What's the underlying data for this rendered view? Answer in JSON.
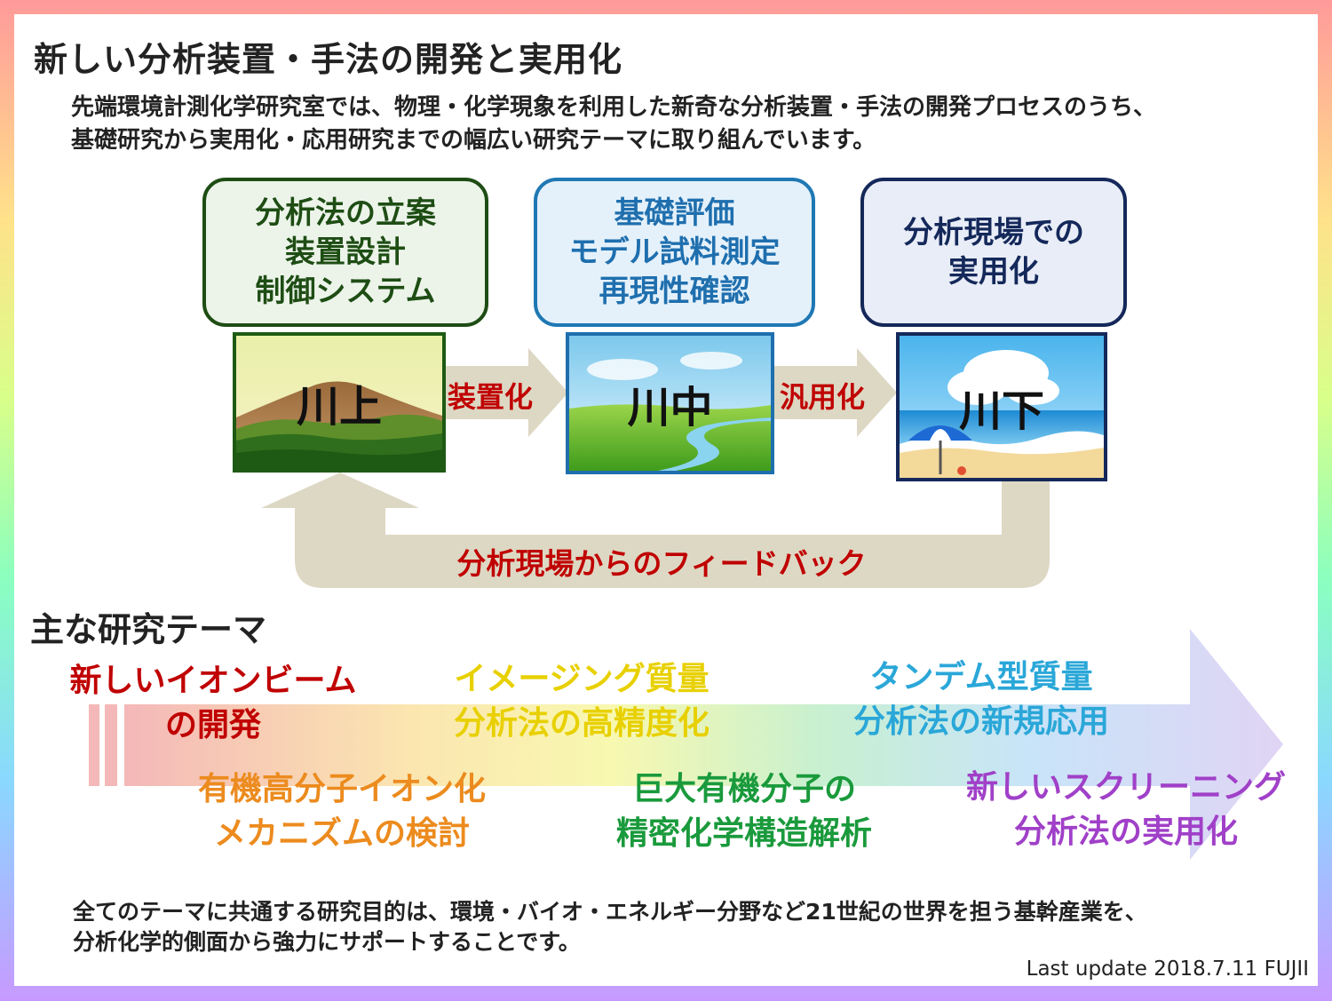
{
  "title": "新しい分析装置・手法の開発と実用化",
  "intro": {
    "line1": "先端環境計測化学研究室では、物理・化学現象を利用した新奇な分析装置・手法の開発プロセスのうち、",
    "line2": "基礎研究から実用化・応用研究までの幅広い研究テーマに取り組んでいます。"
  },
  "stages": [
    {
      "lines": [
        "分析法の立案",
        "装置設計",
        "制御システム"
      ],
      "scene_label": "川上",
      "border_color": "#1e4d14",
      "fill_color": "#ecf4ea",
      "text_color": "#1e4d14"
    },
    {
      "lines": [
        "基礎評価",
        "モデル試料測定",
        "再現性確認"
      ],
      "scene_label": "川中",
      "border_color": "#1f78b4",
      "fill_color": "#e4f1fb",
      "text_color": "#1f6fae"
    },
    {
      "lines": [
        "分析現場での",
        "実用化"
      ],
      "scene_label": "川下",
      "border_color": "#14285a",
      "fill_color": "#e9edf7",
      "text_color": "#14285a"
    }
  ],
  "arrows": {
    "first": "装置化",
    "second": "汎用化",
    "feedback": "分析現場からのフィードバック",
    "color": "#ddd8c4",
    "label_color": "#c00000"
  },
  "section_title": "主な研究テーマ",
  "themes": [
    {
      "lines": [
        "新しいイオンビーム",
        "の開発"
      ],
      "color": "#c00000"
    },
    {
      "lines": [
        "イメージング質量",
        "分析法の高精度化"
      ],
      "color": "#e8d000"
    },
    {
      "lines": [
        "タンデム型質量",
        "分析法の新規応用"
      ],
      "color": "#2aa7d8"
    },
    {
      "lines": [
        "有機高分子イオン化",
        "メカニズムの検討"
      ],
      "color": "#ec8b1e"
    },
    {
      "lines": [
        "巨大有機分子の",
        "精密化学構造解析"
      ],
      "color": "#1a9a3c"
    },
    {
      "lines": [
        "新しいスクリーニング",
        "分析法の実用化"
      ],
      "color": "#a040c8"
    }
  ],
  "summary": {
    "line1": "全てのテーマに共通する研究目的は、環境・バイオ・エネルギー分野など21世紀の世界を担う基幹産業を、",
    "line2": "分析化学的側面から強力にサポートすることです。"
  },
  "last_update": "Last update 2018.7.11 FUJII"
}
